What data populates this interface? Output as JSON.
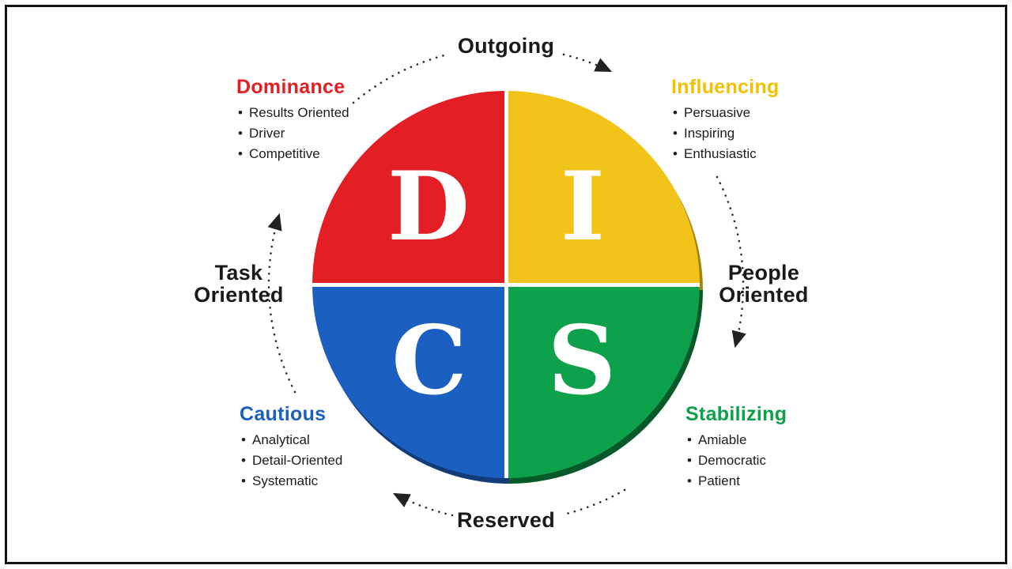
{
  "wheel": {
    "quadrants": [
      {
        "letter": "D",
        "name": "Dominance",
        "color": "#e31e25",
        "traits": [
          "Results Oriented",
          "Driver",
          "Competitive"
        ]
      },
      {
        "letter": "I",
        "name": "Influencing",
        "color": "#f2c318",
        "traits": [
          "Persuasive",
          "Inspiring",
          "Enthusiastic"
        ]
      },
      {
        "letter": "C",
        "name": "Cautious",
        "color": "#1b5fc1",
        "traits": [
          "Analytical",
          "Detail-Oriented",
          "Systematic"
        ]
      },
      {
        "letter": "S",
        "name": "Stabilizing",
        "color": "#0ea14b",
        "traits": [
          "Amiable",
          "Democratic",
          "Patient"
        ]
      }
    ],
    "axis_labels": {
      "top": "Outgoing",
      "right": "People Oriented",
      "bottom": "Reserved",
      "left": "Task Oriented"
    },
    "arrow_color": "#2a2a2a"
  }
}
